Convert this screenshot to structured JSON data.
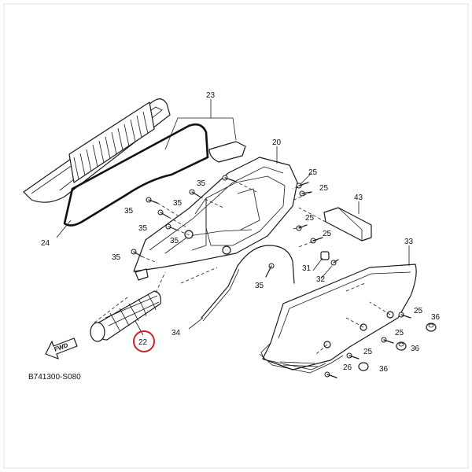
{
  "diagram": {
    "reference_code": "B741300-S080",
    "forward_label": "FWD",
    "highlight_color": "#c8242b",
    "callouts": [
      {
        "id": "c23",
        "label": "23"
      },
      {
        "id": "c20",
        "label": "20"
      },
      {
        "id": "c25a",
        "label": "25"
      },
      {
        "id": "c25b",
        "label": "25"
      },
      {
        "id": "c35a",
        "label": "35"
      },
      {
        "id": "c35b",
        "label": "35"
      },
      {
        "id": "c35c",
        "label": "35"
      },
      {
        "id": "c35d",
        "label": "35"
      },
      {
        "id": "c35e",
        "label": "35"
      },
      {
        "id": "c35f",
        "label": "35"
      },
      {
        "id": "c43",
        "label": "43"
      },
      {
        "id": "c25c",
        "label": "25"
      },
      {
        "id": "c25d",
        "label": "25"
      },
      {
        "id": "c24",
        "label": "24"
      },
      {
        "id": "c33",
        "label": "33"
      },
      {
        "id": "c31",
        "label": "31"
      },
      {
        "id": "c32",
        "label": "32"
      },
      {
        "id": "c35g",
        "label": "35"
      },
      {
        "id": "c25e",
        "label": "25"
      },
      {
        "id": "c36a",
        "label": "36"
      },
      {
        "id": "c25f",
        "label": "25"
      },
      {
        "id": "c36b",
        "label": "36"
      },
      {
        "id": "c34",
        "label": "34"
      },
      {
        "id": "c22",
        "label": "22"
      },
      {
        "id": "c25g",
        "label": "25"
      },
      {
        "id": "c26",
        "label": "26"
      },
      {
        "id": "c36c",
        "label": "36"
      }
    ]
  }
}
